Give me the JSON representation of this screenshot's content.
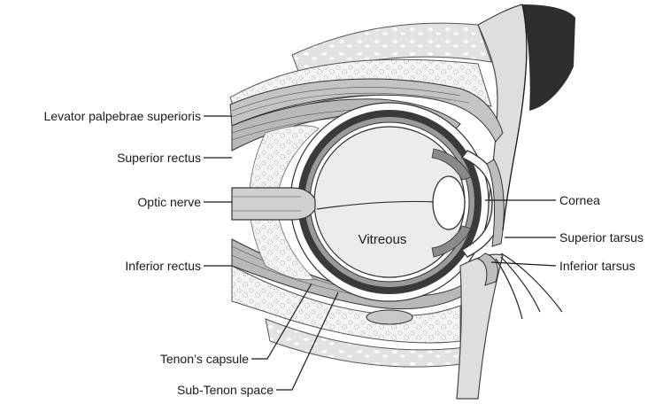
{
  "labels": {
    "levator": "Levator palpebrae superioris",
    "superior_rectus": "Superior rectus",
    "optic_nerve": "Optic nerve",
    "inferior_rectus": "Inferior rectus",
    "tenons_capsule": "Tenon’s capsule",
    "sub_tenon_space": "Sub-Tenon space",
    "vitreous": "Vitreous",
    "cornea": "Cornea",
    "superior_tarsus": "Superior tarsus",
    "inferior_tarsus": "Inferior tarsus"
  },
  "colors": {
    "fat": "#f2f2f2",
    "bone": "#e6e6e6",
    "muscle": "#bdbdbd",
    "sclera_dark": "#3a3a3a",
    "vitreous": "#ececec",
    "lid": "#d9d9d9",
    "line": "#1a1a1a"
  }
}
